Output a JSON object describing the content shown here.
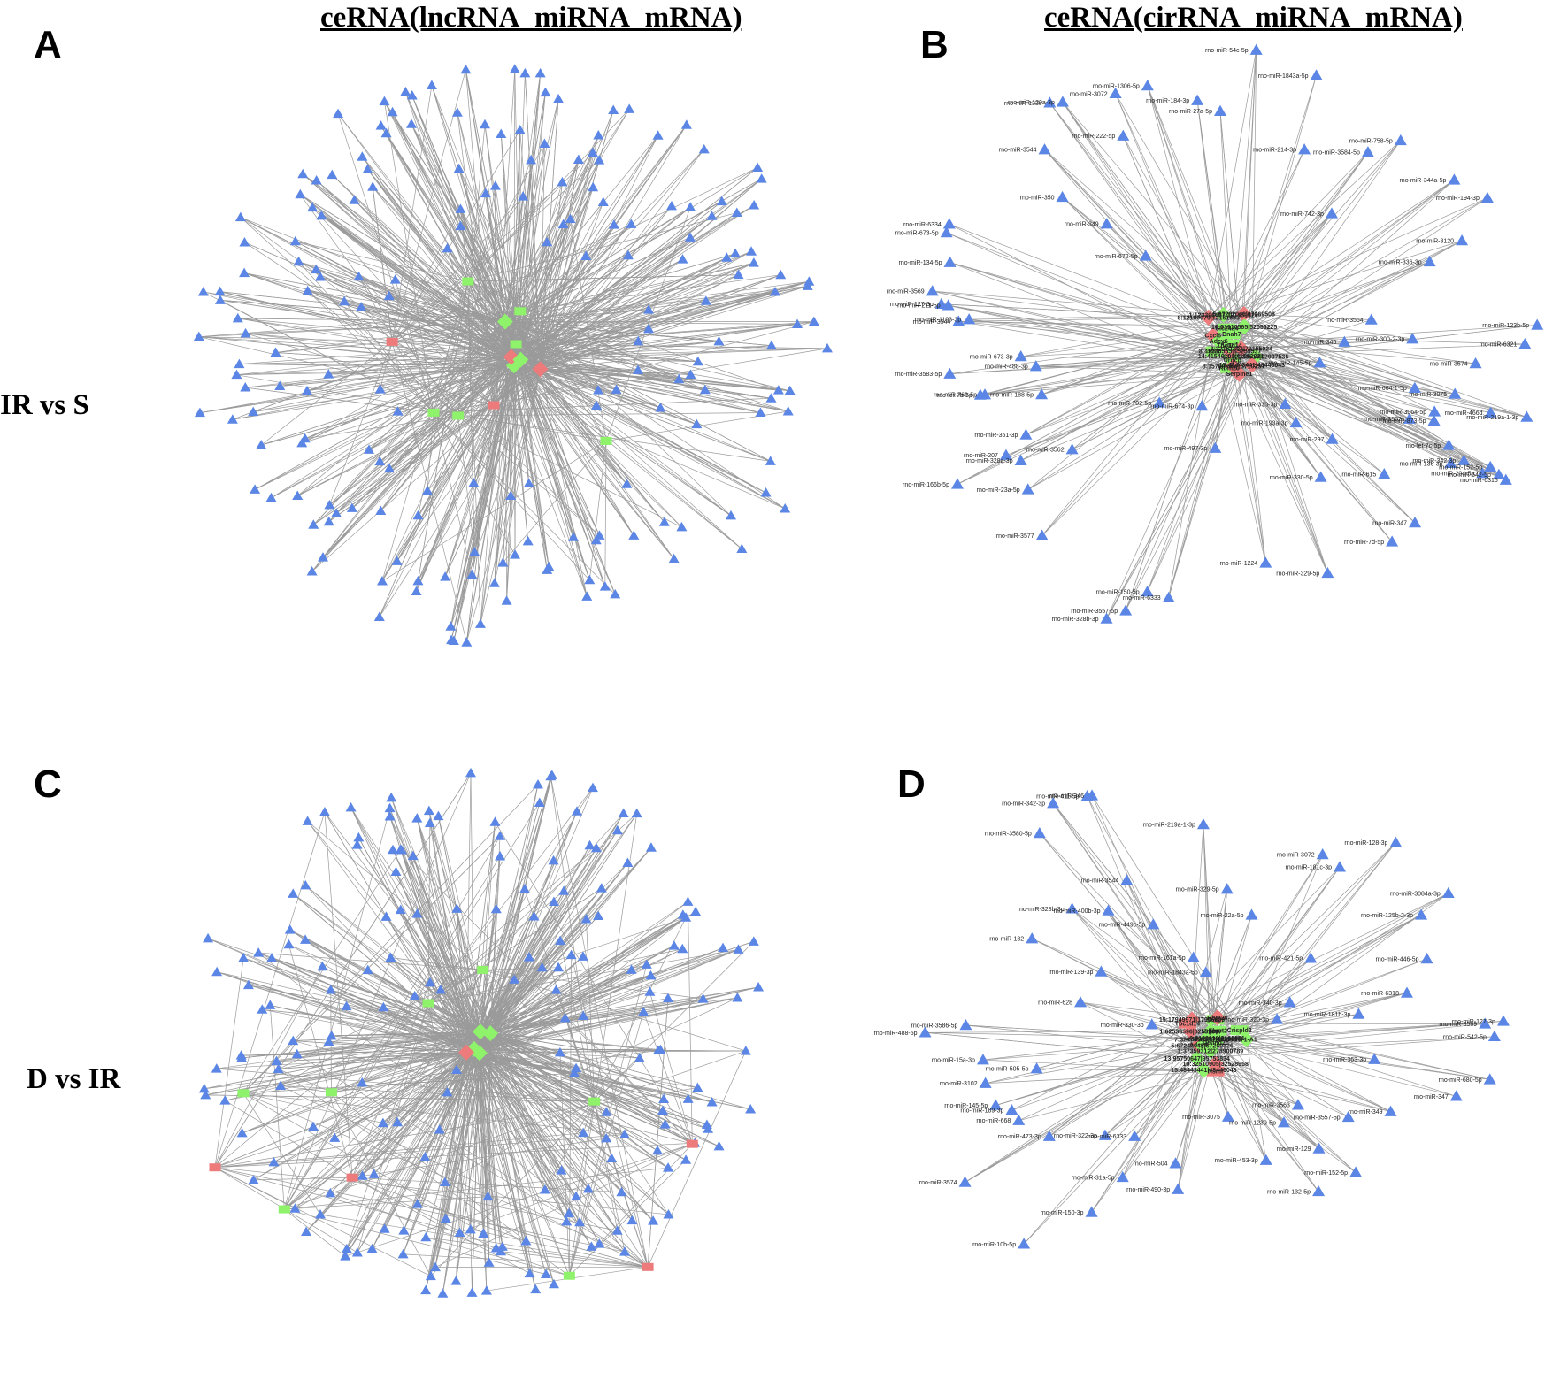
{
  "titles": {
    "left": "ceRNA(lncRNA_miRNA_mRNA)",
    "right": "ceRNA(cirRNA_miRNA_mRNA)"
  },
  "panels": {
    "A": "A",
    "B": "B",
    "C": "C",
    "D": "D"
  },
  "rows": {
    "top": "IR vs S",
    "bottom": "D vs IR"
  },
  "colors": {
    "mirna": "#5b86e5",
    "gene_green": "#8ff26b",
    "gene_red": "#ee7b7b",
    "edge": "#9a9a9a"
  },
  "networks": {
    "A": {
      "hubs": [
        {
          "shape": "diamond",
          "color": "green"
        },
        {
          "shape": "diamond",
          "color": "red"
        },
        {
          "shape": "diamond",
          "color": "green"
        },
        {
          "shape": "diamond",
          "color": "red"
        },
        {
          "shape": "diamond",
          "color": "green"
        },
        {
          "shape": "rect",
          "color": "green"
        },
        {
          "shape": "rect",
          "color": "green"
        },
        {
          "shape": "rect",
          "color": "red"
        },
        {
          "shape": "rect",
          "color": "green"
        },
        {
          "shape": "rect",
          "color": "green"
        },
        {
          "shape": "rect",
          "color": "green"
        },
        {
          "shape": "rect",
          "color": "green"
        },
        {
          "shape": "rect",
          "color": "red"
        }
      ]
    },
    "B": {
      "genes": [
        {
          "label": "14:41546101|41562331",
          "shape": "diamond",
          "color": "green"
        },
        {
          "label": "Cxcl6",
          "shape": "diamond",
          "color": "red"
        },
        {
          "label": "1:123396687|121459329",
          "shape": "diamond",
          "color": "green"
        },
        {
          "label": "Rbm20",
          "shape": "rect",
          "color": "green"
        },
        {
          "label": "Serpine1",
          "shape": "diamond",
          "color": "red"
        },
        {
          "label": "Urgcp",
          "shape": "diamond",
          "color": "green"
        },
        {
          "label": "13:92230513|92907536",
          "shape": "diamond",
          "color": "green"
        },
        {
          "label": "8:45236555|45259537",
          "shape": "diamond",
          "color": "red"
        },
        {
          "label": "8:15709595|15710251",
          "shape": "diamond",
          "color": "red"
        },
        {
          "label": "Grm1",
          "shape": "rect",
          "color": "green"
        },
        {
          "label": "Plec",
          "shape": "rect",
          "color": "green"
        },
        {
          "label": "5:67282046|67269508",
          "shape": "diamond",
          "color": "red"
        },
        {
          "label": "Slc24a4",
          "shape": "rect",
          "color": "green"
        },
        {
          "label": "Dnah7",
          "shape": "rect",
          "color": "green"
        },
        {
          "label": "3:32151892|73155024",
          "shape": "diamond",
          "color": "red"
        },
        {
          "label": "10:51910565|52059225",
          "shape": "diamond",
          "color": "green"
        },
        {
          "label": "Adcy6",
          "shape": "diamond",
          "color": "green"
        },
        {
          "label": "15:48443441|48446043",
          "shape": "diamond",
          "color": "red"
        },
        {
          "label": "Tbc1d14",
          "shape": "diamond",
          "color": "green"
        },
        {
          "label": "8:12160079|12161683",
          "shape": "diamond",
          "color": "red"
        }
      ],
      "mirnas": [
        "rno-let-7c-5p",
        "rno-let-7b-5p",
        "rno-miR-3564",
        "rno-miR-1224",
        "rno-miR-7d-5p",
        "rno-miR-673-5p",
        "rno-miR-873-5p",
        "rno-miR-497-3p",
        "rno-miR-350",
        "rno-miR-3552",
        "rno-miR-466d",
        "rno-miR-330-3p",
        "rno-miR-336-3p",
        "rno-miR-346",
        "rno-miR-3574",
        "rno-miR-150-5p",
        "rno-miR-207",
        "rno-miR-6334",
        "rno-miR-133c",
        "rno-miR-6315",
        "rno-miR-3562",
        "rno-miR-3557-5p",
        "rno-miR-300-2-3p",
        "rno-miR-222-5p",
        "rno-miR-297",
        "rno-miR-3569",
        "rno-miR-219a-1-3p",
        "rno-miR-134-5p",
        "rno-miR-1193-3p",
        "rno-miR-542-5p",
        "rno-miR-347",
        "rno-miR-3075",
        "rno-miR-184-3p",
        "rno-miR-23a-5p",
        "rno-miR-330-5p",
        "rno-miR-702-5p",
        "rno-miR-127-3p",
        "rno-miR-3120",
        "rno-miR-3544",
        "rno-miR-6321",
        "rno-miR-351-3p",
        "rno-miR-214-3p",
        "rno-miR-760-5p",
        "rno-miR-152-5p",
        "rno-miR-54c-5p",
        "rno-miR-3584-5p",
        "rno-miR-120a-3p",
        "rno-miR-673-3p",
        "rno-miR-328a-3p",
        "rno-miR-344a-5p",
        "rno-miR-27a-5p",
        "rno-miR-3064-5p",
        "rno-miR-488-3p",
        "rno-miR-188-5p",
        "rno-miR-342-3p",
        "rno-miR-664-1-5p",
        "rno-miR-3072",
        "rno-miR-349",
        "rno-miR-194-3p",
        "rno-miR-145-5p",
        "rno-miR-672-5p",
        "rno-miR-3577",
        "rno-miR-328b-3p",
        "rno-miR-615",
        "rno-miR-758-5p",
        "rno-miR-136-3p",
        "rno-miR-742-3p",
        "rno-miR-674-3p",
        "rno-miR-1306-5p",
        "rno-miR-3583-5p",
        "rno-miR-193a-3p",
        "rno-miR-166b-5p",
        "rno-miR-123b-5p",
        "rno-miR-1843a-5p",
        "rno-miR-329-5p",
        "rno-miR-204-5p",
        "rno-miR-211-5p",
        "rno-miR-6333",
        "rno-miR-3544"
      ]
    },
    "C": {
      "hubs": [
        {
          "shape": "diamond",
          "color": "green"
        },
        {
          "shape": "diamond",
          "color": "green"
        },
        {
          "shape": "diamond",
          "color": "green"
        },
        {
          "shape": "diamond",
          "color": "green"
        },
        {
          "shape": "diamond",
          "color": "red"
        },
        {
          "shape": "rect",
          "color": "green"
        },
        {
          "shape": "rect",
          "color": "green"
        },
        {
          "shape": "rect",
          "color": "green"
        },
        {
          "shape": "rect",
          "color": "green"
        },
        {
          "shape": "rect",
          "color": "green"
        },
        {
          "shape": "rect",
          "color": "green"
        },
        {
          "shape": "rect",
          "color": "green"
        },
        {
          "shape": "rect",
          "color": "red"
        },
        {
          "shape": "rect",
          "color": "red"
        },
        {
          "shape": "rect",
          "color": "red"
        },
        {
          "shape": "rect",
          "color": "red"
        }
      ]
    },
    "D": {
      "genes": [
        {
          "label": "Nsmf",
          "shape": "rect",
          "color": "red"
        },
        {
          "label": "Snx27",
          "shape": "rect",
          "color": "green"
        },
        {
          "label": "13:95750647|95753834",
          "shape": "diamond",
          "color": "green"
        },
        {
          "label": "1:37359312|278900789",
          "shape": "diamond",
          "color": "green"
        },
        {
          "label": "Adcy9",
          "shape": "diamond",
          "color": "red"
        },
        {
          "label": "Crispld2",
          "shape": "rect",
          "color": "green"
        },
        {
          "label": "5:67242046|67269326",
          "shape": "diamond",
          "color": "green"
        },
        {
          "label": "Urgcp",
          "shape": "diamond",
          "color": "green"
        },
        {
          "label": "4:1020507|1025059",
          "shape": "diamond",
          "color": "red"
        },
        {
          "label": "15:17949971|17956809",
          "shape": "diamond",
          "color": "red"
        },
        {
          "label": "Ehmt2",
          "shape": "rect",
          "color": "green"
        },
        {
          "label": "Tbc1d14",
          "shape": "rect",
          "color": "red"
        },
        {
          "label": "RT1-A1",
          "shape": "diamond",
          "color": "green"
        },
        {
          "label": "1:62538596|62552097",
          "shape": "diamond",
          "color": "red"
        },
        {
          "label": "Rbm20",
          "shape": "diamond",
          "color": "red"
        },
        {
          "label": "15:48443441|48446043",
          "shape": "diamond",
          "color": "green"
        },
        {
          "label": "7:32979163|32983696",
          "shape": "diamond",
          "color": "green"
        },
        {
          "label": "10:32510905|32528958",
          "shape": "diamond",
          "color": "red"
        },
        {
          "label": "Dennd2c",
          "shape": "diamond",
          "color": "green"
        },
        {
          "label": "6:3139918|3165551",
          "shape": "diamond",
          "color": "green"
        }
      ],
      "mirnas": [
        "rno-miR-182",
        "rno-miR-129",
        "rno-miR-421-5p",
        "rno-miR-31a-5p",
        "rno-miR-15a-3p",
        "rno-miR-320-3p",
        "rno-miR-505-5p",
        "rno-miR-3102",
        "rno-miR-400b-3p",
        "rno-miR-328b-3p",
        "rno-miR-132-5p",
        "rno-miR-152-5p",
        "rno-miR-680-5p",
        "rno-miR-150-3p",
        "rno-miR-3544",
        "rno-miR-453-3p",
        "rno-miR-490-3p",
        "rno-miR-3569",
        "rno-miR-346",
        "rno-miR-504",
        "rno-miR-219a-1-3p",
        "rno-miR-3072",
        "rno-miR-125b-2-3p",
        "rno-miR-181b-3p",
        "rno-miR-3563",
        "rno-miR-139-3p",
        "rno-miR-3557-5p",
        "rno-miR-349",
        "rno-miR-1239-5p",
        "rno-miR-22a-5p",
        "rno-miR-449c-5p",
        "rno-miR-330-3p",
        "rno-miR-542-5p",
        "rno-miR-668",
        "rno-miR-3574",
        "rno-miR-3586-5p",
        "rno-miR-145-5p",
        "rno-miR-6318",
        "rno-miR-1843a-5p",
        "rno-miR-342-3p",
        "rno-miR-446-5p",
        "rno-miR-628",
        "rno-miR-128-3p",
        "rno-miR-3084a-3p",
        "rno-miR-322-3p",
        "rno-miR-161a-5p",
        "rno-miR-340-3p",
        "rno-miR-189-3p",
        "rno-miR-181c-3p",
        "rno-miR-3075",
        "rno-miR-3580-5p",
        "rno-miR-347",
        "rno-miR-127-3p",
        "rno-miR-10b-5p",
        "rno-miR-363-3p",
        "rno-miR-411-5p",
        "rno-miR-6333",
        "rno-miR-473-3p",
        "rno-miR-329-5p",
        "rno-miR-488-5p"
      ]
    }
  }
}
